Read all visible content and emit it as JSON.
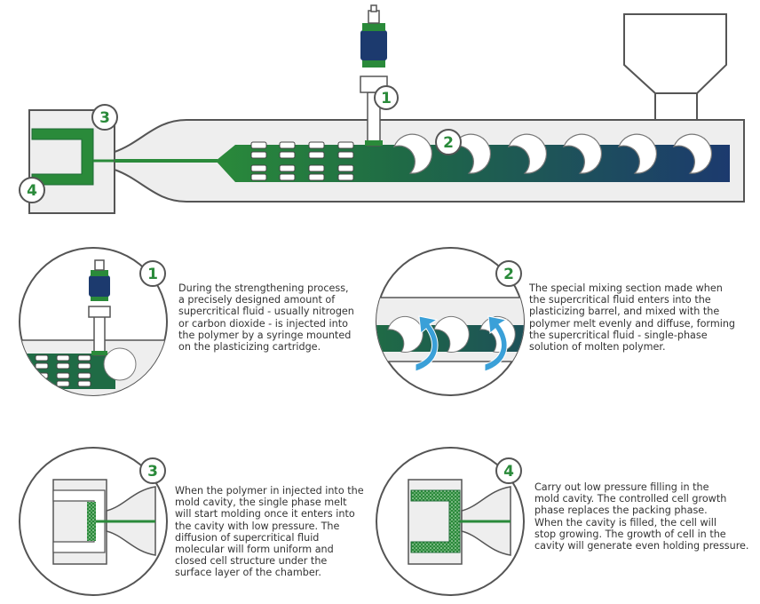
{
  "colors": {
    "green": "#2a8a3a",
    "dark_green": "#1f6b35",
    "navy": "#1c3a6e",
    "outline": "#555555",
    "fill_gray": "#eeeeee",
    "arrow_blue": "#3aa0d8",
    "text": "#333333"
  },
  "icons": {
    "injector": "syringe-injector-icon",
    "hopper": "hopper-icon",
    "mold": "mold-cavity-icon",
    "screw": "screw-flight-icon",
    "flow_arrow": "curved-flow-arrow-icon"
  },
  "badges": {
    "injector": "1",
    "mixing": "2",
    "mold_top": "3",
    "mold_bottom": "4"
  },
  "steps": [
    {
      "number": "1",
      "lines": [
        "During the strengthening process,",
        "a precisely designed amount of",
        "supercritical fluid - usually nitrogen",
        "or carbon dioxide - is injected into",
        "the polymer by a syringe mounted",
        "on the plasticizing cartridge."
      ]
    },
    {
      "number": "2",
      "lines": [
        "The special mixing section made when",
        "the supercritical fluid enters into the",
        "plasticizing barrel, and mixed with the",
        "polymer melt evenly and diffuse, forming",
        "the supercritical fluid - single-phase",
        "solution of molten polymer."
      ]
    },
    {
      "number": "3",
      "lines": [
        "When the polymer in injected into the",
        "mold cavity, the single phase melt",
        "will start molding once it enters into",
        "the cavity with low pressure. The",
        "diffusion of supercritical fluid",
        "molecular will form uniform and",
        "closed cell structure under the",
        "surface layer of the chamber."
      ]
    },
    {
      "number": "4",
      "lines": [
        "Carry out low pressure filling in the",
        "mold cavity. The controlled cell growth",
        "phase replaces the packing phase.",
        "When the cavity is filled, the cell will",
        "stop growing. The growth of cell in the",
        "cavity will generate even holding pressure."
      ]
    }
  ]
}
